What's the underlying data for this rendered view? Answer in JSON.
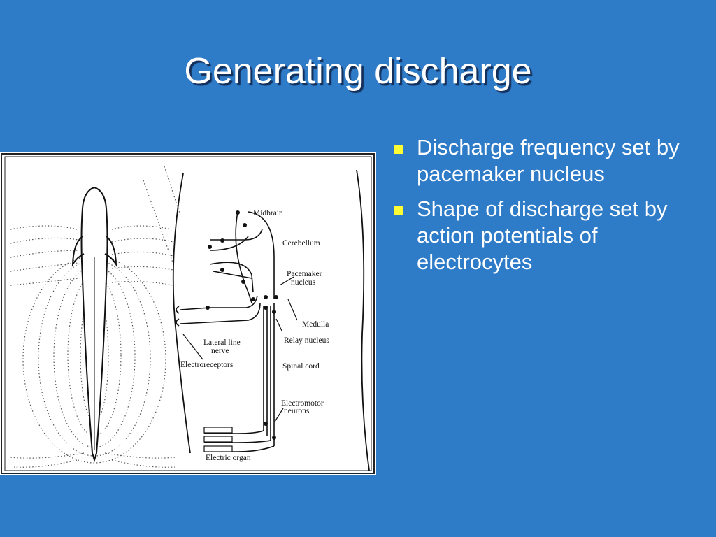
{
  "slide": {
    "title": "Generating discharge"
  },
  "bullets": [
    {
      "text": "Discharge frequency set by pacemaker nucleus"
    },
    {
      "text": "Shape of discharge set by action potentials of electrocytes"
    }
  ],
  "figure": {
    "labels": {
      "midbrain": "Midbrain",
      "cerebellum": "Cerebellum",
      "pacemaker_1": "Pacemaker",
      "pacemaker_2": "nucleus",
      "medulla": "Medulla",
      "relay_nucleus": "Relay nucleus",
      "lateral_line_1": "Lateral line",
      "lateral_line_2": "nerve",
      "electroreceptors": "Electroreceptors",
      "spinal_cord": "Spinal cord",
      "electromotor_1": "Electromotor",
      "electromotor_2": "neurons",
      "electric_organ": "Electric organ"
    }
  },
  "colors": {
    "background": "#2e7bc8",
    "bullet_marker": "#ffff33",
    "text": "#ffffff"
  }
}
